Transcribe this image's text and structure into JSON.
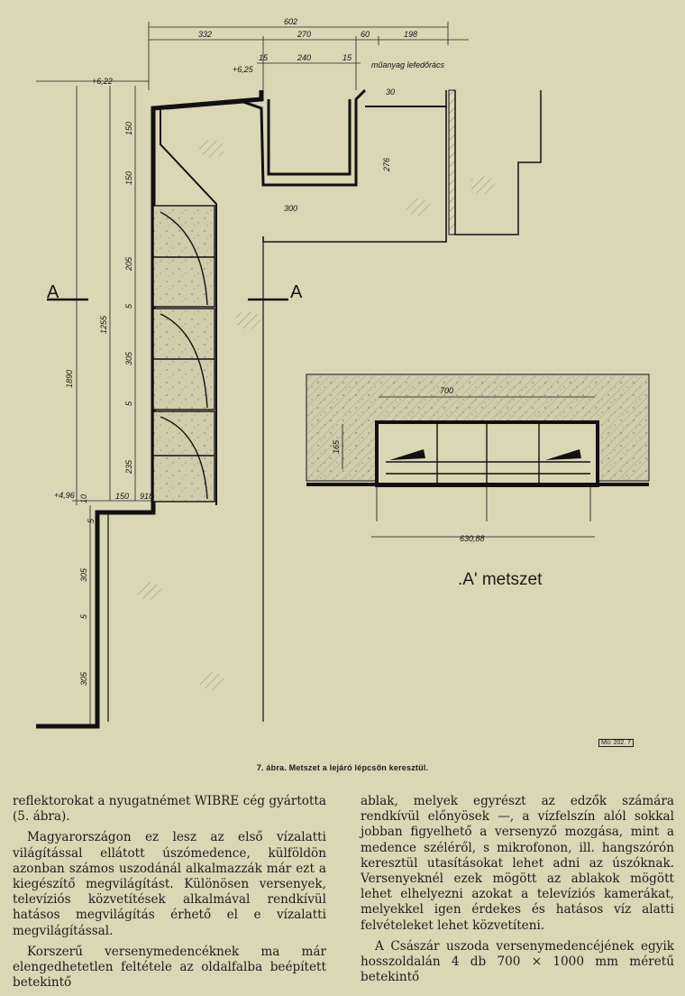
{
  "figure": {
    "caption": "7. ábra. Metszet a lejáró lépcsőn keresztül.",
    "section_label": ".A' metszet",
    "figure_ref": "Mű: 202. 7",
    "section_marks": [
      "A",
      "A"
    ],
    "dimensions_top": [
      "602",
      "332",
      "270",
      "60",
      "198",
      "15",
      "240",
      "15"
    ],
    "material_note": "műanyag lefedőrács",
    "level_marks": [
      "+6,25",
      "+6,22",
      "+4,96"
    ],
    "dimensions_left": [
      "1890",
      "1255",
      "150",
      "150",
      "205",
      "5",
      "305",
      "5",
      "235",
      "305",
      "5",
      "305",
      "10",
      "5"
    ],
    "dimensions_bottom": [
      "150",
      "918"
    ],
    "dimensions_right": [
      "276",
      "300",
      "30"
    ],
    "section_dimensions": [
      "700",
      "165",
      "630,88"
    ]
  },
  "text": {
    "left_col": [
      "reflektorokat a nyugatnémet WIBRE cég gyártotta (5. ábra).",
      "Magyarországon ez lesz az első vízalatti világítással ellátott úszómedence, külföldön azonban számos uszodánál alkalmazzák már ezt a kiegészítő megvilágítást. Különösen versenyek, televíziós közvetítések alkalmával rendkívül hatásos megvilágítás érhető el e vízalatti megvilágítással.",
      "Korszerű versenymedencéknek ma már elengedhetetlen feltétele az oldalfalba beépített betekintő"
    ],
    "right_col": [
      "ablak, melyek egyrészt az edzők számára rendkívül előnyösek —, a vízfelszín alól sokkal jobban figyelhető a versenyző mozgása, mint a medence széléről, s mikrofonon, ill. hangszórón keresztül utasításokat lehet adni az úszóknak. Versenyeknél ezek mögött az ablakok mögött lehet elhelyezni azokat a televíziós kamerákat, melyekkel igen érdekes és hatásos víz alatti felvételeket lehet közvetíteni.",
      "A Császár uszoda versenymedencéjének egyik hosszoldalán 4 db 700 × 1000 mm méretű betekintő"
    ]
  }
}
